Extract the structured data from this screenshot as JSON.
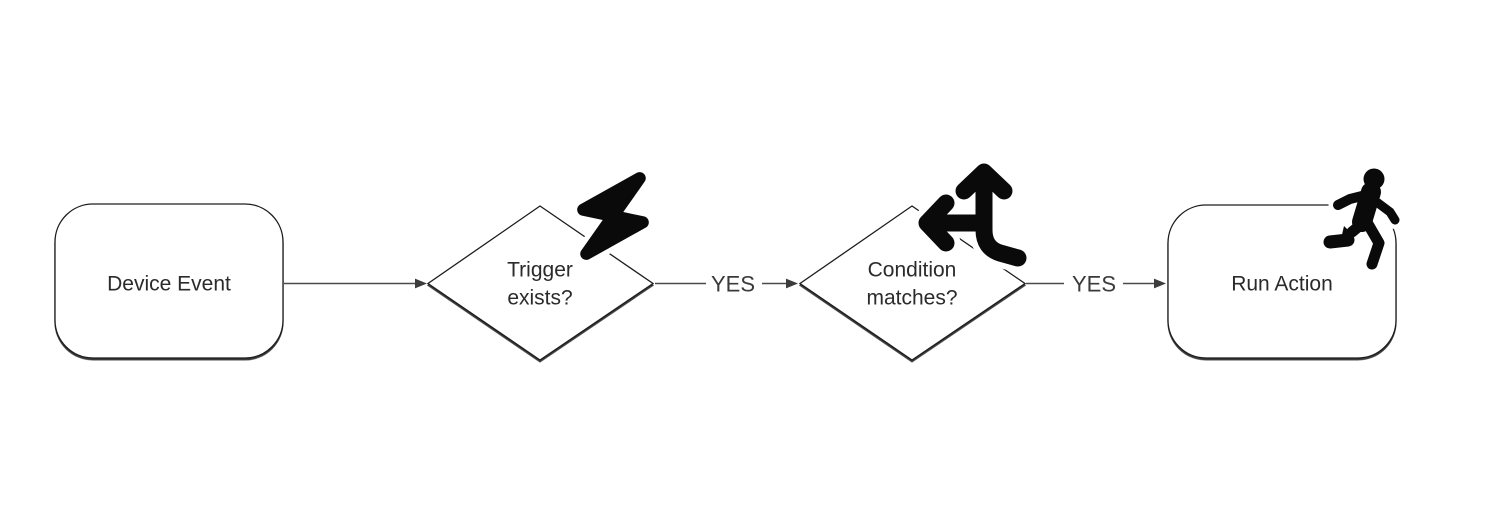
{
  "diagram": {
    "type": "flowchart",
    "direction": "left-to-right",
    "background": "#ffffff",
    "colors": {
      "shape_fill": "#ffffff",
      "shape_stroke": "#1f1f1f",
      "text": "#2b2b2b",
      "edge": "#4a4a4a",
      "icon": "#0a0a0a"
    },
    "nodes": [
      {
        "id": "device-event",
        "shape": "rounded-rectangle",
        "label": "Device Event",
        "icon": null
      },
      {
        "id": "trigger-exists",
        "shape": "diamond",
        "lines": [
          "Trigger",
          "exists?"
        ],
        "icon": "lightning-bolt-icon"
      },
      {
        "id": "condition-matches",
        "shape": "diamond",
        "lines": [
          "Condition",
          "matches?"
        ],
        "icon": "split-arrows-up-left-icon"
      },
      {
        "id": "run-action",
        "shape": "rounded-rectangle",
        "label": "Run Action",
        "icon": "person-running-icon"
      }
    ],
    "edges": [
      {
        "from": "device-event",
        "to": "trigger-exists",
        "label": ""
      },
      {
        "from": "trigger-exists",
        "to": "condition-matches",
        "label": "YES"
      },
      {
        "from": "condition-matches",
        "to": "run-action",
        "label": "YES"
      }
    ]
  }
}
